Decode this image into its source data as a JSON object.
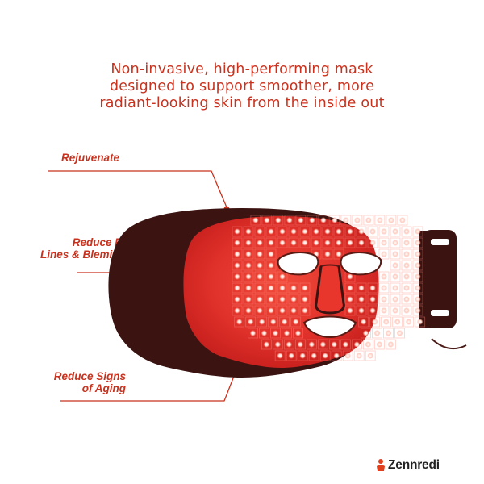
{
  "headline": [
    "Non-invasive, high-performing mask",
    "designed to support smoother, more",
    "radiant-looking skin from the inside out"
  ],
  "benefits": [
    {
      "lines": [
        "Rejuvenate"
      ]
    },
    {
      "lines": [
        "Reduce Fine",
        "Lines & Blemishes"
      ]
    },
    {
      "lines": [
        "Reduce Signs",
        "of Aging"
      ]
    }
  ],
  "brand": {
    "name": "Zennredi"
  },
  "colors": {
    "accent": "#c8321e",
    "mask_red": "#dd2a22",
    "mask_dark": "#3b1311",
    "led_white": "#fff0e8",
    "brand_icon": "#e0401e"
  }
}
